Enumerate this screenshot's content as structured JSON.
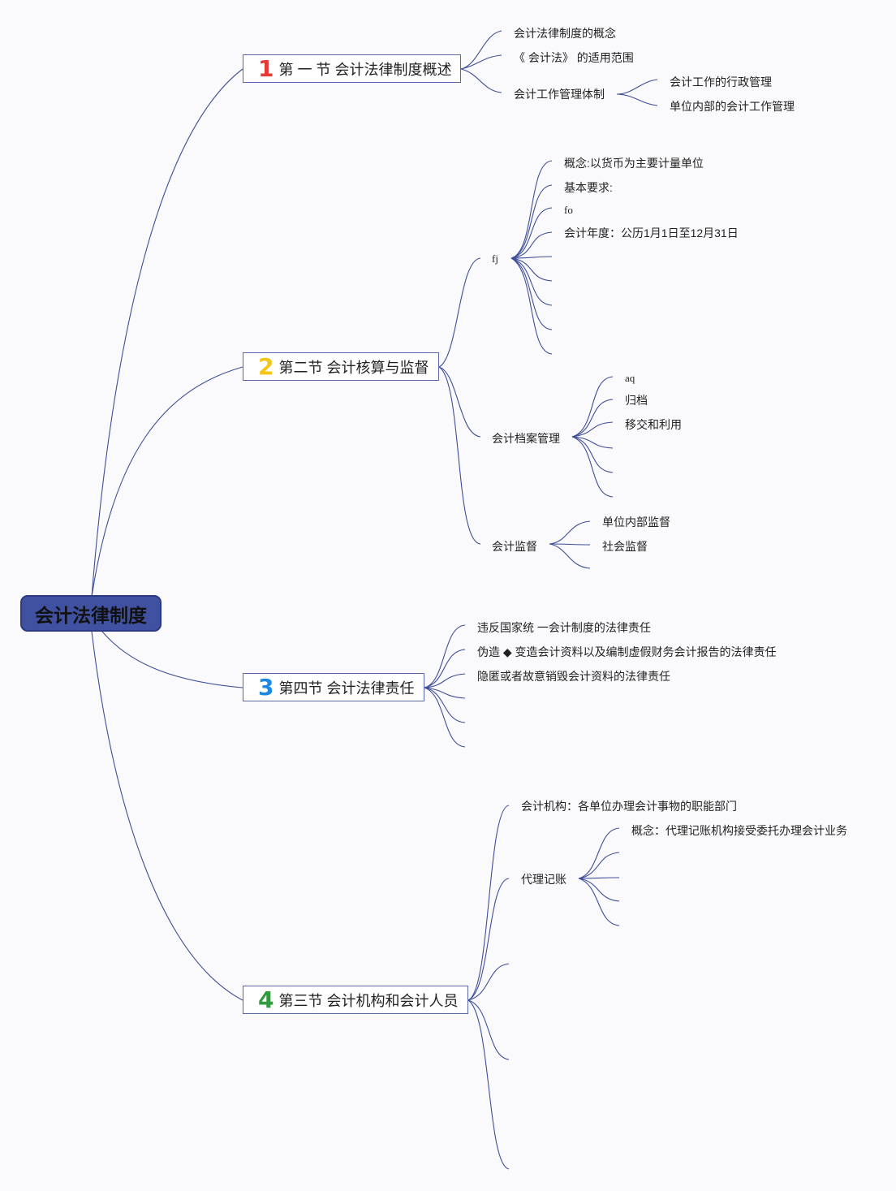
{
  "colors": {
    "line": "#3f4e96",
    "root_bg": "#3f51a0",
    "num1": "#e53935",
    "num2": "#f5c518",
    "num3": "#1e88e5",
    "num4": "#2e9b3e"
  },
  "root": "会计法律制度",
  "sections": [
    {
      "num": "1",
      "label": "第 一 节 会计法律制度概述"
    },
    {
      "num": "2",
      "label": "第二节 会计核算与监督"
    },
    {
      "num": "3",
      "label": "第四节 会计法律责任"
    },
    {
      "num": "4",
      "label": "第三节 会计机构和会计人员"
    }
  ],
  "s1": {
    "items": [
      "会计法律制度的概念",
      "《 会计法》 的适用范围",
      "会计工作管理体制"
    ],
    "sub": [
      "会计工作的行政管理",
      "单位内部的会计工作管理"
    ]
  },
  "s2": {
    "fj": "fj",
    "fj_items": [
      "概念:以货币为主要计量单位",
      "基本要求:",
      "fo",
      "会计年度：公历1月1日至12月31日"
    ],
    "archive": "会计档案管理",
    "archive_items": [
      "aq",
      "归档",
      "移交和利用"
    ],
    "supervise": "会计监督",
    "supervise_items": [
      "单位内部监督",
      "社会监督"
    ]
  },
  "s3": {
    "items": [
      "违反国家统 一会计制度的法律责任",
      "伪造 ◆ 变造会计资料以及编制虚假财务会计报告的法律责任",
      "隐匿或者故意销毁会计资料的法律责任"
    ]
  },
  "s4": {
    "org": "会计机构：各单位办理会计事物的职能部门",
    "agency": "代理记账",
    "agency_items": [
      "概念：代理记账机构接受委托办理会计业务"
    ]
  }
}
